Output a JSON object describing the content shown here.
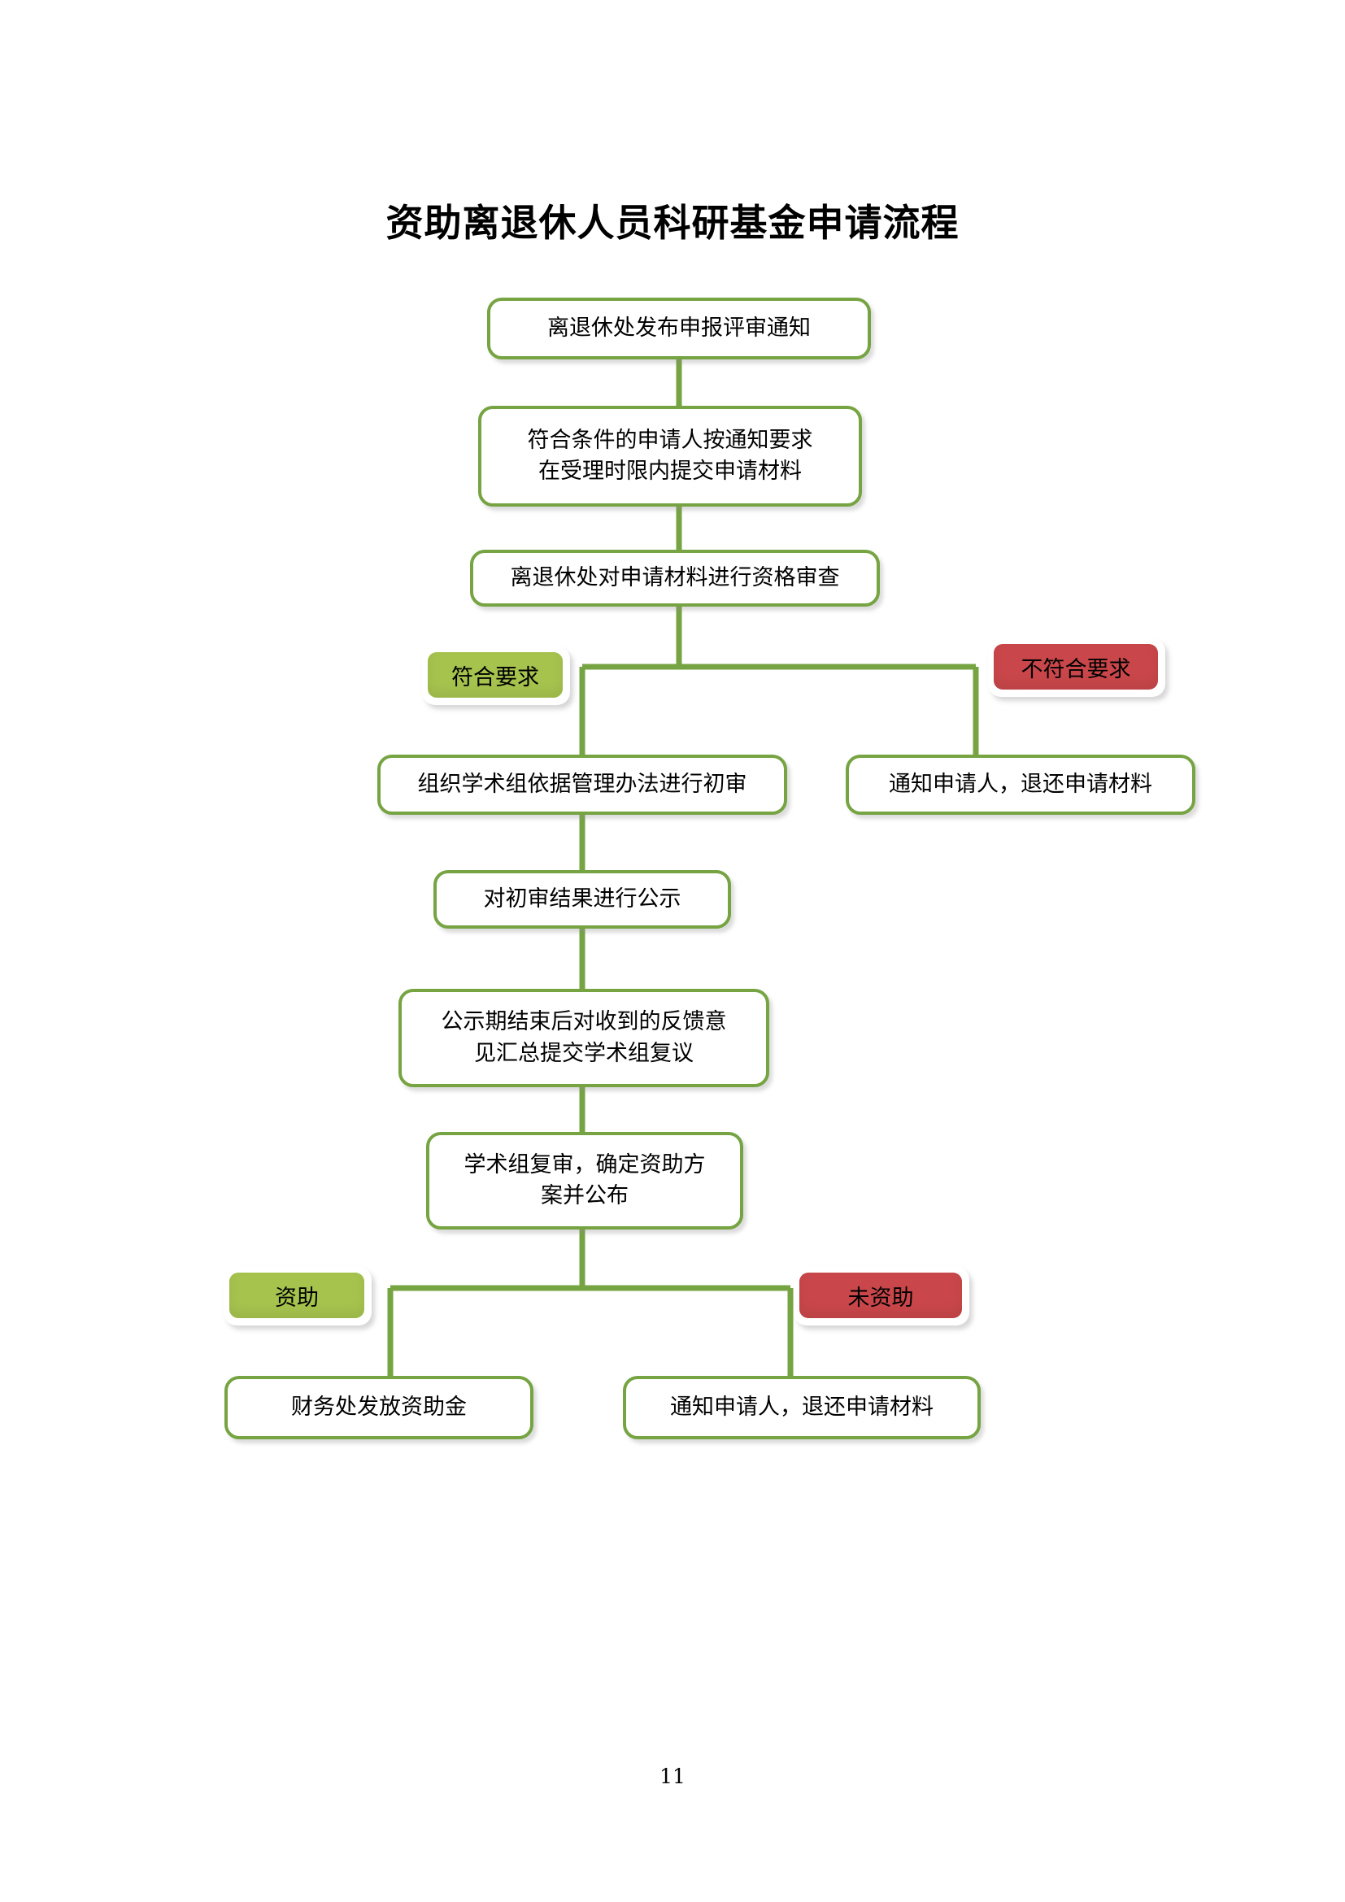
{
  "document": {
    "title": "资助离退休人员科研基金申请流程",
    "page_number": "11"
  },
  "colors": {
    "box_border": "#76a442",
    "box_fill": "#ffffff",
    "connector": "#76a442",
    "badge_green": "#a6c34e",
    "badge_red": "#c9474a",
    "text": "#000000"
  },
  "chart_data": {
    "type": "diagram",
    "title": "资助离退休人员科研基金申请流程",
    "nodes": [
      {
        "id": "n1",
        "label": "离退休处发布申报评审通知",
        "kind": "process"
      },
      {
        "id": "n2",
        "label": "符合条件的申请人按通知要求\n在受理时限内提交申请材料",
        "kind": "process"
      },
      {
        "id": "n3",
        "label": "离退休处对申请材料进行资格审查",
        "kind": "process"
      },
      {
        "id": "b1",
        "label": "符合要求",
        "kind": "badge-green"
      },
      {
        "id": "b2",
        "label": "不符合要求",
        "kind": "badge-red"
      },
      {
        "id": "n4",
        "label": "组织学术组依据管理办法进行初审",
        "kind": "process"
      },
      {
        "id": "n5",
        "label": "通知申请人，退还申请材料",
        "kind": "process"
      },
      {
        "id": "n6",
        "label": "对初审结果进行公示",
        "kind": "process"
      },
      {
        "id": "n7",
        "label": "公示期结束后对收到的反馈意\n见汇总提交学术组复议",
        "kind": "process"
      },
      {
        "id": "n8",
        "label": "学术组复审，确定资助方\n案并公布",
        "kind": "process"
      },
      {
        "id": "b3",
        "label": "资助",
        "kind": "badge-green"
      },
      {
        "id": "b4",
        "label": "未资助",
        "kind": "badge-red"
      },
      {
        "id": "n9",
        "label": "财务处发放资助金",
        "kind": "process"
      },
      {
        "id": "n10",
        "label": "通知申请人，退还申请材料",
        "kind": "process"
      }
    ],
    "edges": [
      {
        "from": "n1",
        "to": "n2"
      },
      {
        "from": "n2",
        "to": "n3"
      },
      {
        "from": "n3",
        "to": "n4",
        "label": "符合要求"
      },
      {
        "from": "n3",
        "to": "n5",
        "label": "不符合要求"
      },
      {
        "from": "n4",
        "to": "n6"
      },
      {
        "from": "n6",
        "to": "n7"
      },
      {
        "from": "n7",
        "to": "n8"
      },
      {
        "from": "n8",
        "to": "n9",
        "label": "资助"
      },
      {
        "from": "n8",
        "to": "n10",
        "label": "未资助"
      }
    ]
  },
  "nodes": {
    "n1": {
      "label": "离退休处发布申报评审通知"
    },
    "n2": {
      "label": "符合条件的申请人按通知要求\n在受理时限内提交申请材料"
    },
    "n3": {
      "label": "离退休处对申请材料进行资格审查"
    },
    "n4": {
      "label": "组织学术组依据管理办法进行初审"
    },
    "n5": {
      "label": "通知申请人，退还申请材料"
    },
    "n6": {
      "label": "对初审结果进行公示"
    },
    "n7": {
      "label": "公示期结束后对收到的反馈意\n见汇总提交学术组复议"
    },
    "n8": {
      "label": "学术组复审，确定资助方\n案并公布"
    },
    "n9": {
      "label": "财务处发放资助金"
    },
    "n10": {
      "label": "通知申请人，退还申请材料"
    }
  },
  "badges": {
    "b1": {
      "label": "符合要求"
    },
    "b2": {
      "label": "不符合要求"
    },
    "b3": {
      "label": "资助"
    },
    "b4": {
      "label": "未资助"
    }
  }
}
